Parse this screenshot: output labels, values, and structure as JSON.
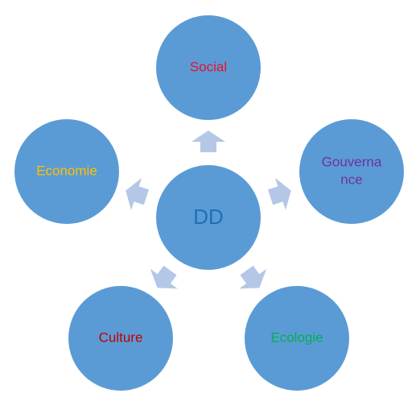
{
  "diagram": {
    "center": {
      "label": "DD",
      "color": "#1f6fb5"
    },
    "nodes": [
      {
        "id": "social",
        "label_lines": [
          "Social"
        ],
        "color": "#e8112d"
      },
      {
        "id": "gouvernance",
        "label_lines": [
          "Gouverna",
          "nce"
        ],
        "color": "#7030a0"
      },
      {
        "id": "ecologie",
        "label_lines": [
          "Ecologie"
        ],
        "color": "#00b050"
      },
      {
        "id": "culture",
        "label_lines": [
          "Culture"
        ],
        "color": "#c00000"
      },
      {
        "id": "economie",
        "label_lines": [
          "Economie"
        ],
        "color": "#ffc000"
      }
    ],
    "circle_color": "#5b9bd5",
    "arrow_color": "#b4c7e7"
  }
}
